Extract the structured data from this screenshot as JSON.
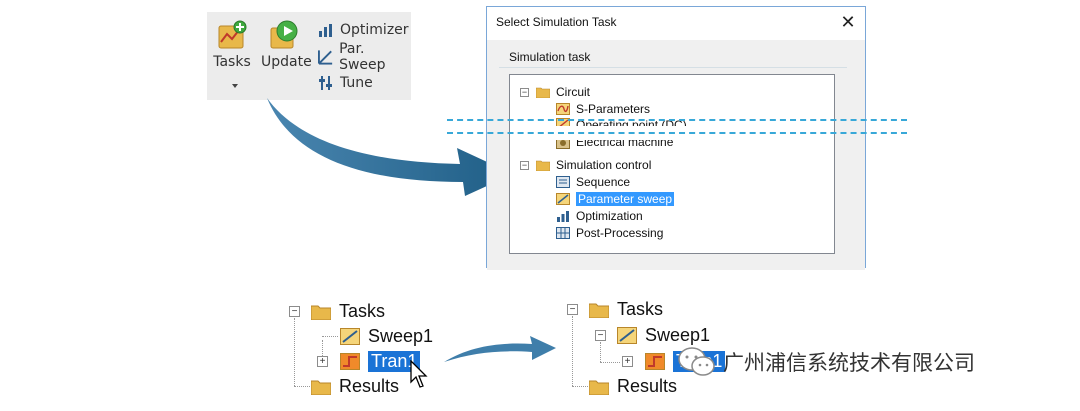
{
  "ribbon": {
    "tasks_label": "Tasks",
    "update_label": "Update",
    "optimizer_label": "Optimizer",
    "par_sweep_label": "Par. Sweep",
    "tune_label": "Tune"
  },
  "dialog": {
    "title": "Select Simulation Task",
    "close_glyph": "✕",
    "group_label": "Simulation task",
    "tree": {
      "circuit": "Circuit",
      "s_parameters": "S-Parameters",
      "operating_point": "Operating point (DC)",
      "electrical_machine": "Electrical machine",
      "simulation_control": "Simulation control",
      "sequence": "Sequence",
      "parameter_sweep": "Parameter sweep",
      "optimization": "Optimization",
      "post_processing": "Post-Processing"
    }
  },
  "tree_before": {
    "tasks": "Tasks",
    "sweep1": "Sweep1",
    "tran1": "Tran1",
    "results": "Results"
  },
  "tree_after": {
    "tasks": "Tasks",
    "sweep1": "Sweep1",
    "tran1": "Tran1",
    "results": "Results"
  },
  "watermark": {
    "text": "广州浦信系统技术有限公司"
  },
  "colors": {
    "arrow": "#1f5e86",
    "selection": "#3399ff",
    "dashed": "#38a8d8",
    "folder": "#e8b84a"
  }
}
